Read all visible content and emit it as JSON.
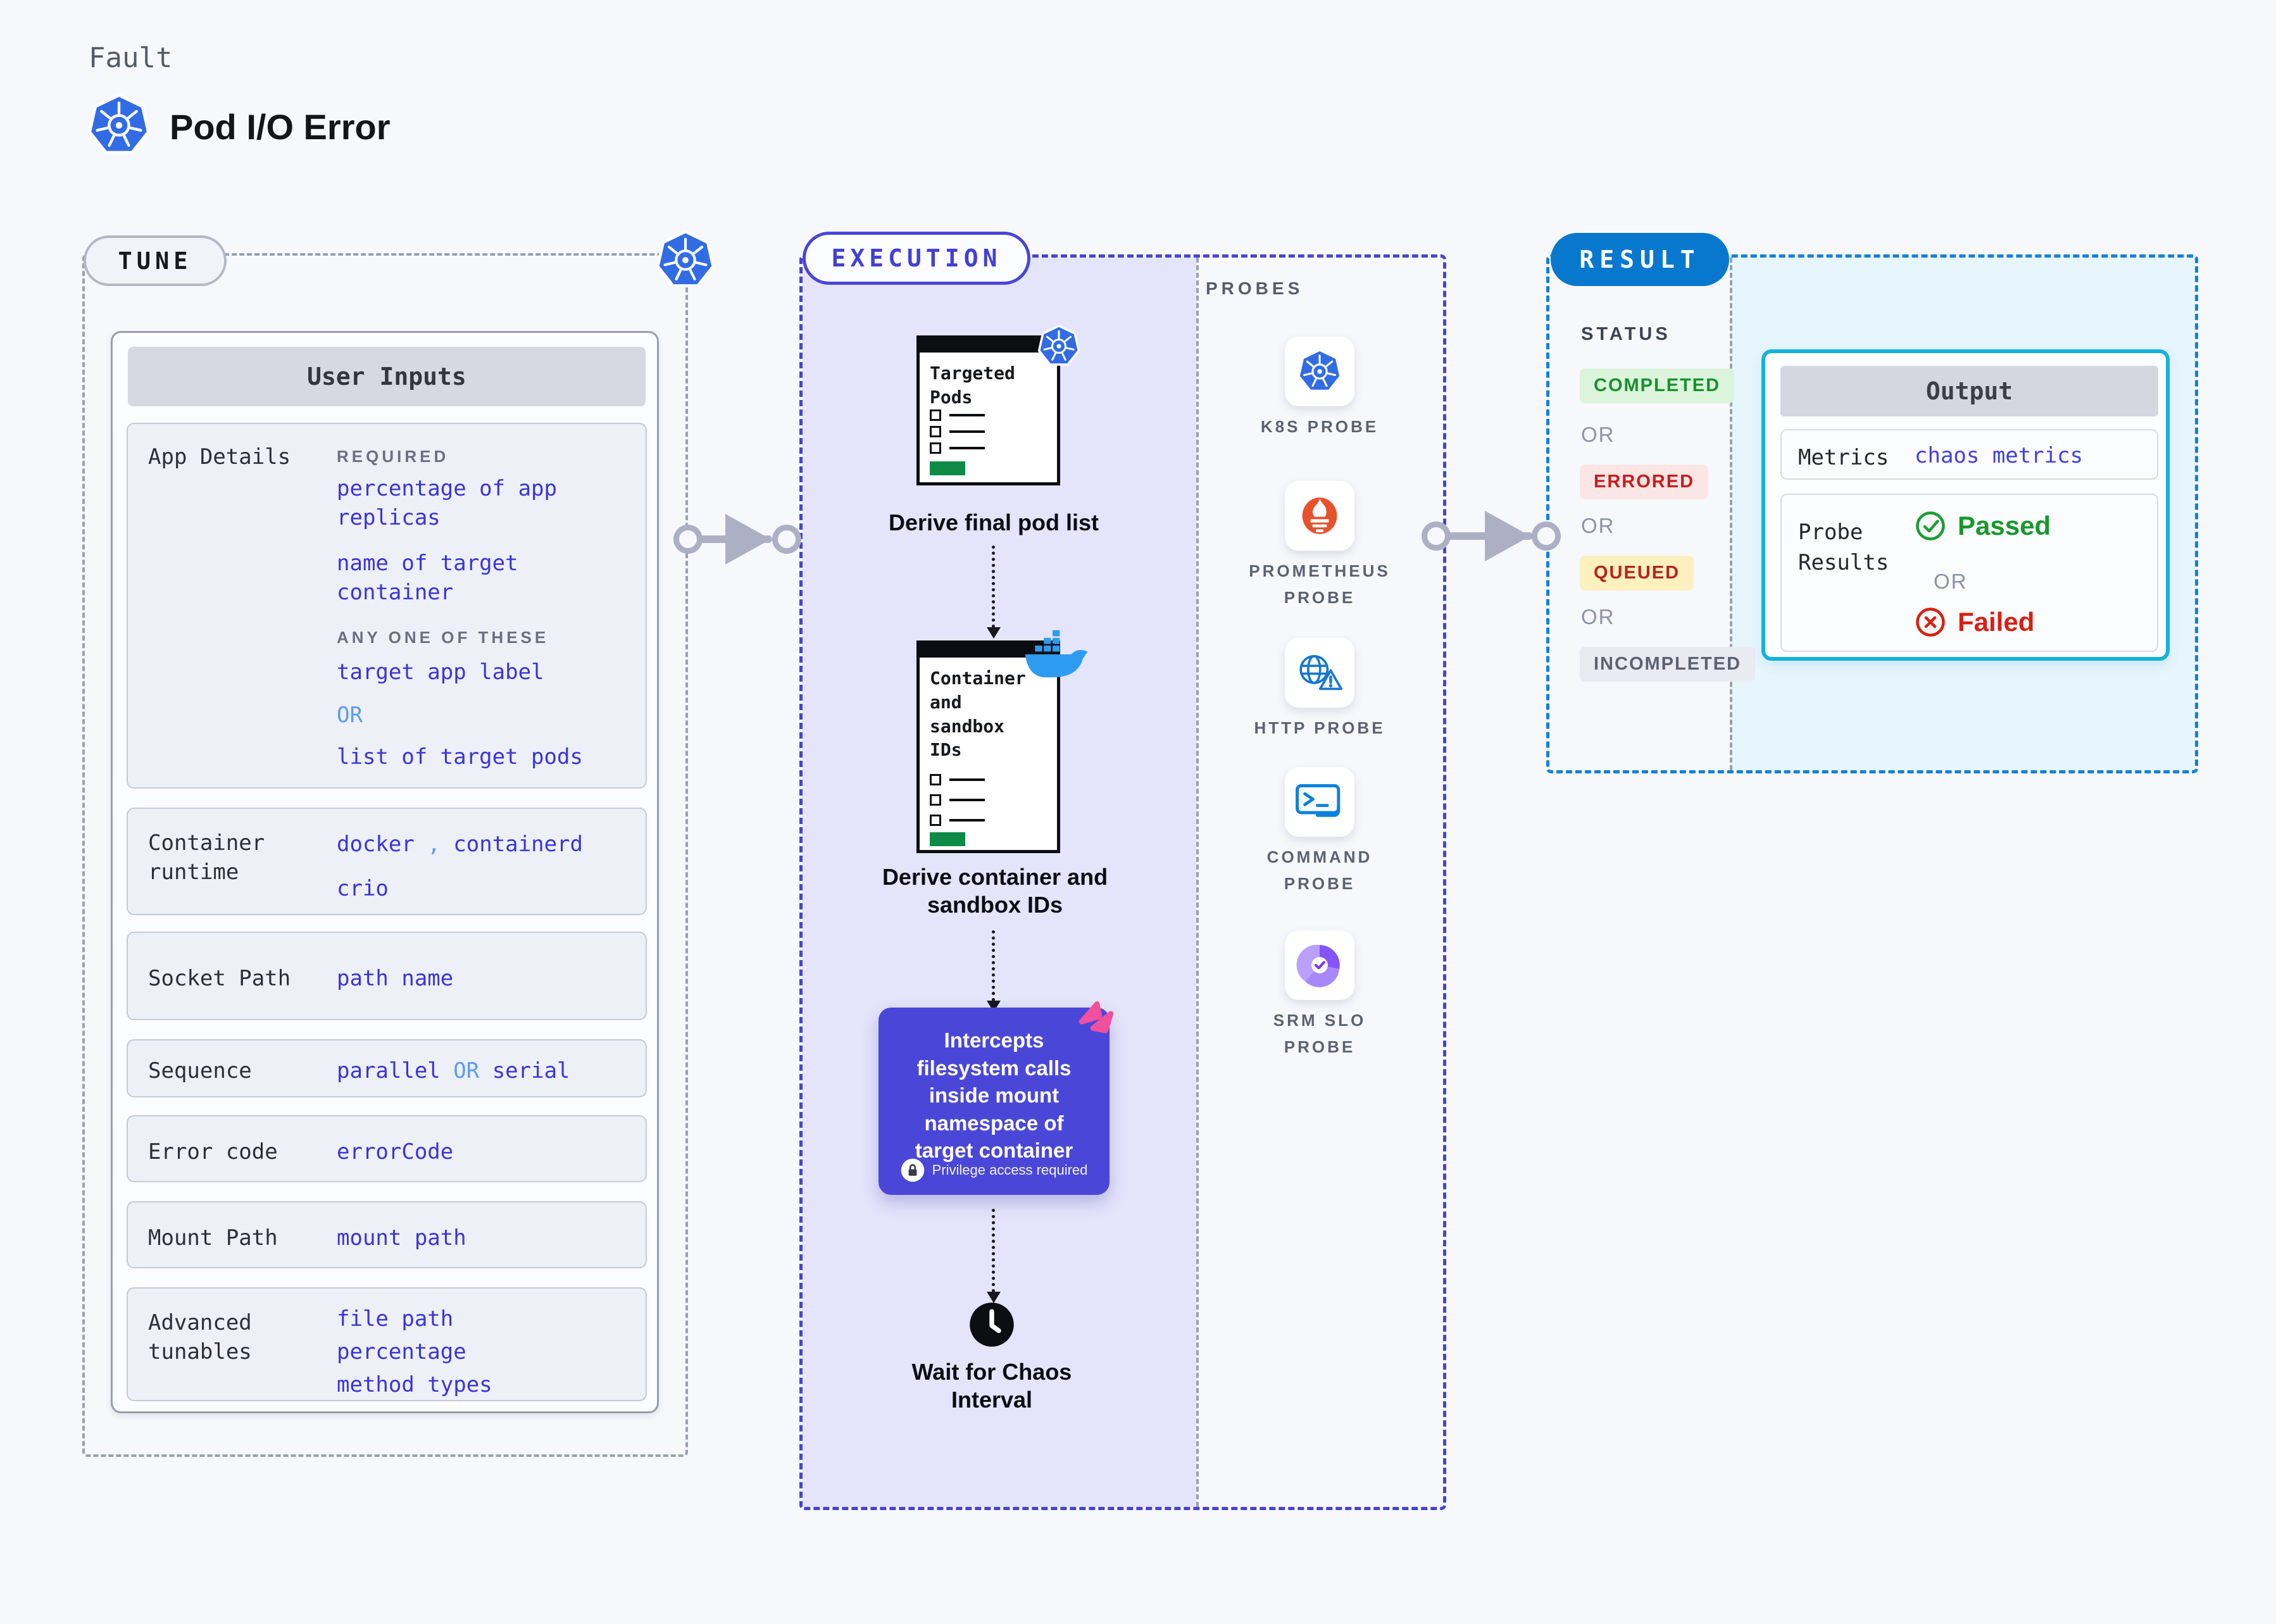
{
  "header": {
    "eyebrow": "Fault",
    "title": "Pod I/O Error",
    "icon": "kubernetes-icon"
  },
  "tune": {
    "label": "TUNE",
    "badge_icon": "kubernetes-icon",
    "panel_title": "User Inputs",
    "app_details": {
      "label": "App Details",
      "required_label": "REQUIRED",
      "required_items": [
        "percentage of app replicas",
        "name of target container"
      ],
      "any_one_label": "ANY ONE OF THESE",
      "option_a": "target app label",
      "or": "OR",
      "option_b": "list of target pods"
    },
    "container_runtime": {
      "label": "Container runtime",
      "v1": "docker",
      "comma": ",",
      "v2": "containerd",
      "v3": "crio"
    },
    "socket_path": {
      "label": "Socket Path",
      "value": "path name"
    },
    "sequence": {
      "label": "Sequence",
      "v1": "parallel",
      "or": "OR",
      "v2": "serial"
    },
    "error_code": {
      "label": "Error code",
      "value": "errorCode"
    },
    "mount_path": {
      "label": "Mount Path",
      "value": "mount path"
    },
    "advanced_tunables": {
      "label": "Advanced tunables",
      "items": [
        "file path",
        "percentage",
        "method types"
      ]
    }
  },
  "execution": {
    "label": "EXECUTION",
    "steps": [
      {
        "card_title": "Targeted Pods",
        "badge_icon": "kubernetes-icon",
        "caption": "Derive final pod list"
      },
      {
        "card_title": "Container and sandbox IDs",
        "badge_icon": "docker-whale-icon",
        "caption": "Derive container and sandbox IDs"
      },
      {
        "text": "Intercepts filesystem calls inside mount namespace of target container",
        "badge": "Privilege access required",
        "badge_icon": "lock-icon",
        "corner_icon": "litmus-pink-icon"
      },
      {
        "icon": "clock-icon",
        "caption": "Wait for Chaos Interval"
      }
    ]
  },
  "probes": {
    "label": "PROBES",
    "items": [
      {
        "label": "K8S PROBE",
        "icon": "kubernetes-icon"
      },
      {
        "label": "PROMETHEUS PROBE",
        "icon": "prometheus-icon"
      },
      {
        "label": "HTTP PROBE",
        "icon": "http-globe-warning-icon"
      },
      {
        "label": "COMMAND PROBE",
        "icon": "terminal-icon"
      },
      {
        "label": "SRM SLO PROBE",
        "icon": "srm-slo-pie-icon"
      }
    ]
  },
  "result": {
    "label": "RESULT",
    "status_label": "STATUS",
    "or": "OR",
    "statuses": [
      {
        "label": "COMPLETED",
        "text_color": "#17922c",
        "bg_color": "#dcf3dc"
      },
      {
        "label": "ERRORED",
        "text_color": "#c61d1d",
        "bg_color": "#fbe6e6"
      },
      {
        "label": "QUEUED",
        "text_color": "#b3251c",
        "bg_color": "#fcf0bf"
      },
      {
        "label": "INCOMPLETED",
        "text_color": "#5d6170",
        "bg_color": "#e9eaf2"
      }
    ],
    "output": {
      "title": "Output",
      "metrics_label": "Metrics",
      "metrics_value": "chaos metrics",
      "probe_results_label": "Probe Results",
      "passed": "Passed",
      "passed_icon": "check-circle-icon",
      "or": "OR",
      "failed": "Failed",
      "failed_icon": "x-circle-icon"
    }
  },
  "colors": {
    "page_bg": "#f7f8fc",
    "value_blue": "#3b33db",
    "or_blue": "#5e9bf2",
    "execution_fill": "#e4e4fb",
    "execution_border": "#4742d2",
    "result_border": "#1181d8",
    "result_fill": "#e7f5fc",
    "result_pill": "#0878cf",
    "purple_card": "#4a47d8",
    "kubernetes_blue": "#326ce5",
    "prometheus_orange": "#e6522c",
    "docker_blue": "#2d9cf0",
    "green_bar": "#0c8a46",
    "passed_green": "#17982d",
    "failed_red": "#da1f12"
  }
}
